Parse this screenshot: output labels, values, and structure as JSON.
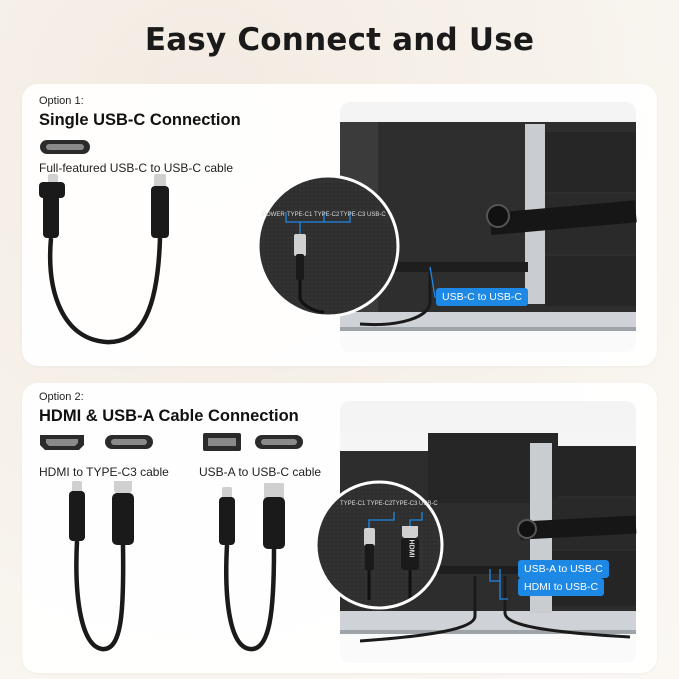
{
  "title": "Easy Connect and Use",
  "option1": {
    "label": "Option 1:",
    "heading": "Single USB-C Connection",
    "cable_caption": "Full-featured USB-C to USB-C cable",
    "port_labels": [
      "POWER",
      "TYPE-C1",
      "TYPE-C2",
      "TYPE-C3 USB-C"
    ],
    "callout": "USB-C to USB-C"
  },
  "option2": {
    "label": "Option 2:",
    "heading": "HDMI & USB-A Cable Connection",
    "cable1_caption": "HDMI to TYPE-C3 cable",
    "cable2_caption": "USB-A to USB-C cable",
    "port_labels": [
      "TYPE-C1",
      "TYPE-C2",
      "TYPE-C3 USB-C"
    ],
    "hdmi_plug_text": "HDMI",
    "callout_a": "USB-A to USB-C",
    "callout_b": "HDMI to USB-C"
  },
  "colors": {
    "accent": "#1e88e5",
    "cable": "#1a1a1a",
    "monitor": "#2a2a2a"
  }
}
